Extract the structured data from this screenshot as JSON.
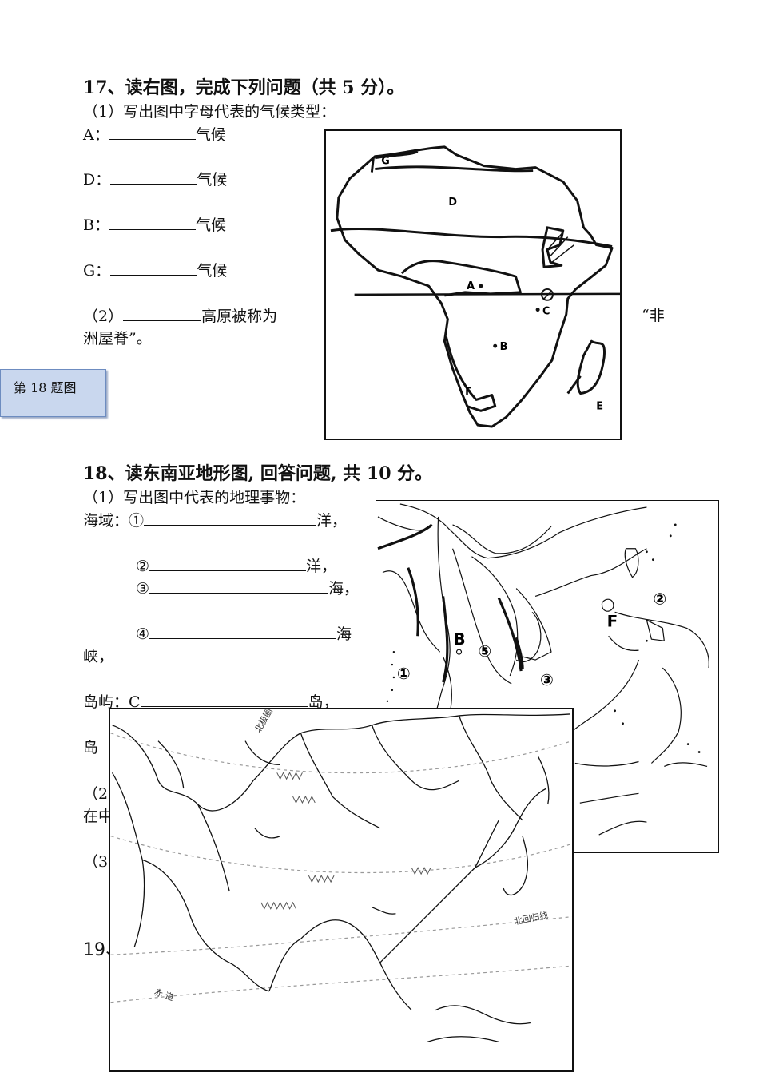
{
  "q17": {
    "title": "17、读右图，完成下列问题（共 5 分）。",
    "sub1": "（1）写出图中字母代表的气候类型：",
    "rows": [
      {
        "letter": "A：",
        "suffix": "气候"
      },
      {
        "letter": "D：",
        "suffix": "气候"
      },
      {
        "letter": "B：",
        "suffix": "气候"
      },
      {
        "letter": "G：",
        "suffix": "气候"
      }
    ],
    "sub2_prefix": "（2）",
    "sub2_suffix": "高原被称为",
    "sub2_quote": "“非",
    "sub2_end": "洲屋脊”。",
    "map_labels": {
      "G": "G",
      "D": "D",
      "A": "A",
      "B": "B",
      "C": "C",
      "E": "E",
      "F": "F"
    }
  },
  "callout": {
    "label": "第 18 题图"
  },
  "q18": {
    "title": "18、读东南亚地形图, 回答问题, 共 10 分。",
    "sub1": "（1）写出图中代表的地理事物：",
    "sea_label": "海域：",
    "seas": [
      {
        "num": "①",
        "suffix": "洋，"
      },
      {
        "num": "②",
        "suffix": "洋，"
      },
      {
        "num": "③",
        "suffix": "海，"
      },
      {
        "num": "④",
        "suffix": "海"
      }
    ],
    "strait_wrap": "峡，",
    "island_label": "岛屿：C",
    "island_suffix": "岛，",
    "island2": "岛",
    "frag_2": "（2",
    "frag_in": "在中",
    "frag_3": "（3",
    "map_labels": {
      "n1": "①",
      "n2": "②",
      "n3": "③",
      "n5": "⑤",
      "B": "B",
      "F": "F"
    }
  },
  "q19": {
    "title": "19、"
  },
  "asia_map": {
    "label_arctic": "北极圈",
    "label_tropic": "北回归线",
    "label_equator": "赤 道"
  }
}
